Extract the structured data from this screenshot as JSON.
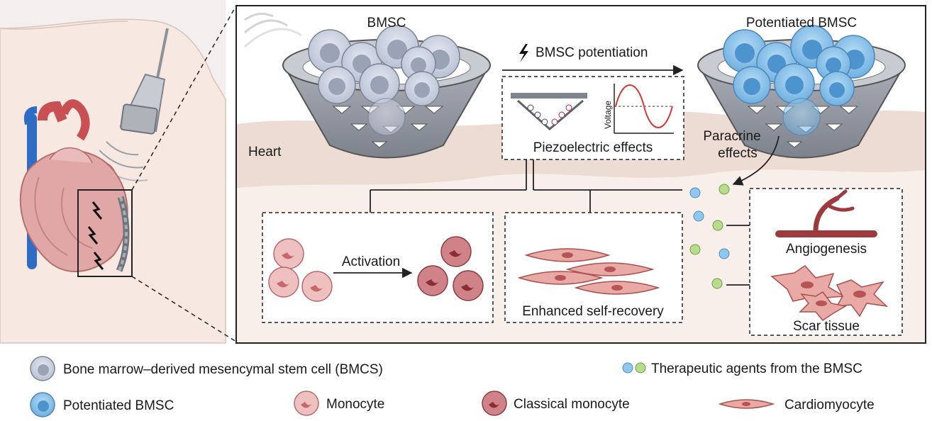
{
  "diagram": {
    "top_labels": {
      "bmsc": "BMSC",
      "potentiated_bmsc": "Potentiated BMSC",
      "potentiation_arrow": "BMSC potentiation",
      "heart": "Heart",
      "piezo": "Piezoelectric effects",
      "voltage": "Voltage",
      "paracrine_line1": "Paracrine",
      "paracrine_line2": "effects"
    },
    "panels": {
      "activation": "Activation",
      "self_recovery": "Enhanced self-recovery",
      "angiogenesis": "Angiogenesis",
      "scar": "Scar tissue"
    }
  },
  "legend": {
    "bmsc": "Bone marrow–derived mesencymal stem cell (BMCS)",
    "potentiated": "Potentiated BMSC",
    "monocyte": "Monocyte",
    "classical": "Classical monocyte",
    "therapeutic": "Therapeutic agents from the BMSC",
    "cardiomyocyte": "Cardiomyocyte"
  },
  "colors": {
    "bmsc_cell": "#c9cfdd",
    "potentiated_cell": "#8fc3ea",
    "monocyte": "#d98a8e",
    "classical_monocyte": "#b85a5f",
    "tissue_band": "#efe3dc",
    "agent_blue": "#8fc8ec",
    "agent_green": "#b8dc8c",
    "vessel": "#9c3a3e"
  }
}
